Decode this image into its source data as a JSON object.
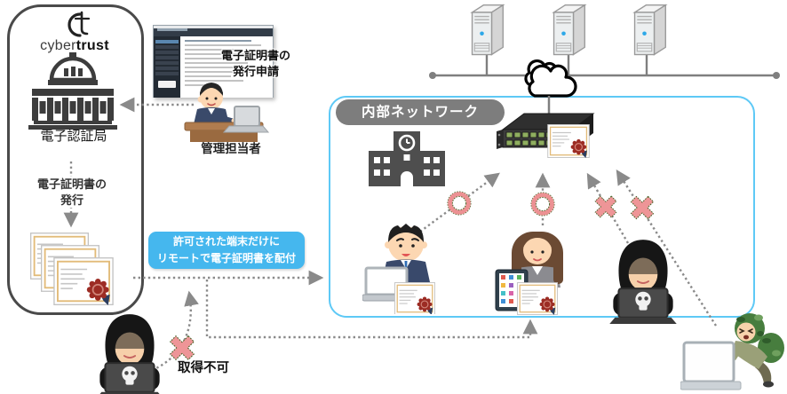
{
  "ca_box": {
    "logo_mark": "t",
    "logo_cyber": "cyber",
    "logo_trust": "trust",
    "authority_label": "電子認証局",
    "issue_label_line1": "電子証明書の",
    "issue_label_line2": "発行"
  },
  "admin": {
    "request_label_line1": "電子証明書の",
    "request_label_line2": "発行申請",
    "person_label": "管理担当者"
  },
  "callout": {
    "line1": "許可された端末だけに",
    "line2": "リモートで電子証明書を配付"
  },
  "network": {
    "label": "内部ネットワーク"
  },
  "blocked": {
    "label": "取得不可"
  },
  "icons": {
    "ok_mark": "○",
    "ng_mark": "✕",
    "cloud": "☁",
    "certificate_seal": "seal",
    "server": "server-tower",
    "hacker": "hooded-hacker",
    "thief": "failing-thief"
  },
  "colors": {
    "ca_border": "#4a4a4a",
    "network_border": "#5ec9f6",
    "pill_bg": "#7d7d7d",
    "callout_bg": "#45b7ee",
    "ok_ring": "#ec9193",
    "x_mark": "#ee9597",
    "mark_outline_green": "#476628",
    "connector_gray": "#8a8a8a",
    "icon_dark": "#3f3f3f",
    "seal_red": "#9c2c24"
  }
}
